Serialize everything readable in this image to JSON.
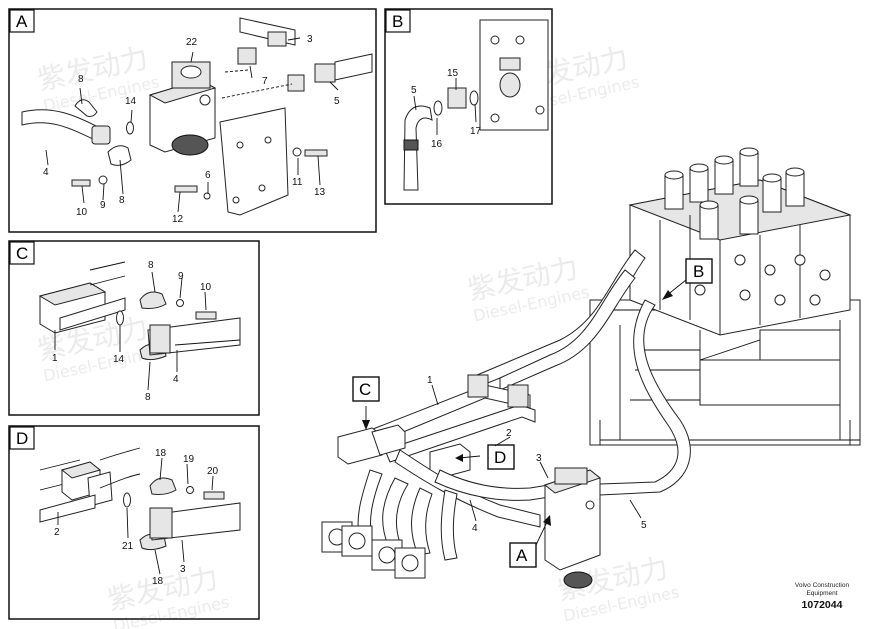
{
  "panels": {
    "A": {
      "letter": "A",
      "labels": [
        "22",
        "3",
        "8",
        "7",
        "14",
        "5",
        "4",
        "6",
        "10",
        "9",
        "8",
        "11",
        "13",
        "12"
      ]
    },
    "B": {
      "letter": "B",
      "labels": [
        "15",
        "5",
        "16",
        "17"
      ]
    },
    "C": {
      "letter": "C",
      "labels": [
        "8",
        "9",
        "10",
        "1",
        "14",
        "4",
        "8"
      ]
    },
    "D": {
      "letter": "D",
      "labels": [
        "18",
        "19",
        "20",
        "2",
        "21",
        "3",
        "18"
      ]
    }
  },
  "main": {
    "callouts": {
      "A": "A",
      "B": "B",
      "C": "C",
      "D": "D"
    },
    "labels": {
      "l1": "1",
      "l2": "2",
      "l3": "3",
      "l4": "4",
      "l5": "5"
    }
  },
  "footer": {
    "company_line1": "Volvo Construction",
    "company_line2": "Equipment",
    "drawing_number": "1072044"
  },
  "watermark": {
    "cn": "紫发动力",
    "en": "Diesel-Engines"
  },
  "colors": {
    "line": "#111111",
    "watermark": "#c8c8c8",
    "background": "#ffffff"
  }
}
